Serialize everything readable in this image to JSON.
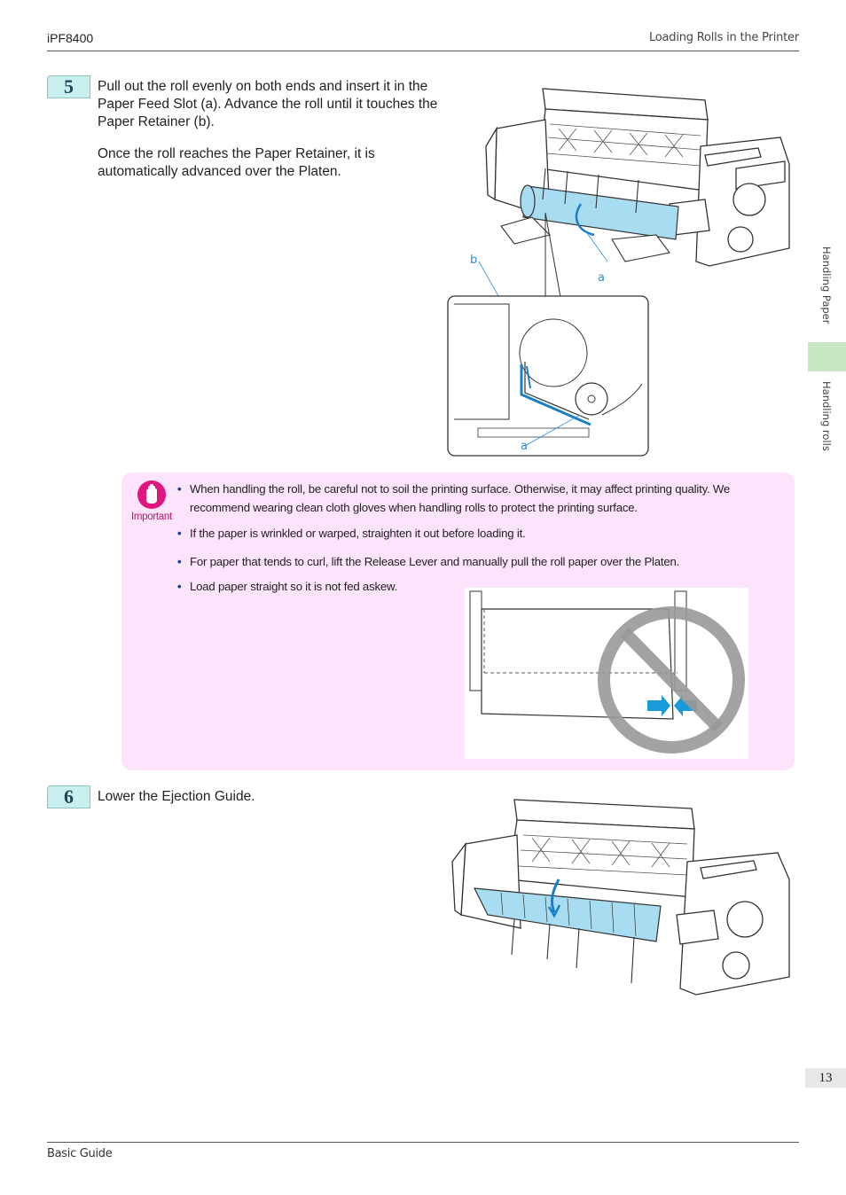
{
  "header": {
    "model": "iPF8400",
    "section": "Loading Rolls in the Printer"
  },
  "side_tabs": {
    "tab1": "Handling Paper",
    "tab2": "Handling rolls"
  },
  "step5": {
    "number": "5",
    "para1": "Pull out the roll evenly on both ends and insert it in the Paper Feed Slot (a). Advance the roll until it touches the Paper Retainer (b).",
    "para2": "Once the roll reaches the Paper Retainer, it is automatically advanced over the Platen.",
    "callouts": {
      "b": "b",
      "a_top": "a",
      "a_bottom": "a"
    }
  },
  "important": {
    "label": "Important",
    "bullets": [
      "When handling the roll, be careful not to soil the printing surface. Otherwise, it may affect printing quality. We recommend wearing clean cloth gloves when handling rolls to protect the printing surface.",
      "If the paper is wrinkled or warped, straighten it out before loading it.",
      "For paper that tends to curl, lift the Release Lever and manually pull the roll paper over the Platen.",
      "Load paper straight so it is not fed askew."
    ]
  },
  "step6": {
    "number": "6",
    "text": "Lower the Ejection Guide."
  },
  "footer": {
    "page_number": "13",
    "guide": "Basic Guide"
  },
  "colors": {
    "accent_blue": "#2a8ed8",
    "paper_blue": "#a8dcf0",
    "important_bg": "#fde3fb",
    "important_icon": "#e0157f",
    "badge_bg": "#c9efef",
    "tab_green": "#c8e8c4"
  }
}
